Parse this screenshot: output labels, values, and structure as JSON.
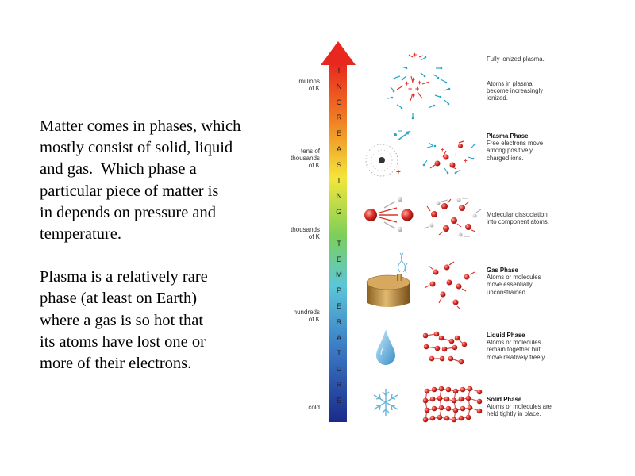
{
  "text": {
    "p1": [
      "Matter comes in phases, which",
      "mostly consist of solid, liquid",
      "and gas.  Which phase a",
      "particular piece of matter is",
      "in depends on pressure and",
      "temperature."
    ],
    "p2": [
      "Plasma is a relatively rare",
      "phase (at least on Earth)",
      "where a gas is so hot that",
      "its atoms have lost one or",
      "more of their electrons."
    ]
  },
  "temperature_labels": [
    [
      "millions",
      "of K"
    ],
    [
      "tens of",
      "thousands",
      "of K"
    ],
    [
      "thousands",
      "of K"
    ],
    [
      "hundreds",
      "of K"
    ],
    [
      "cold"
    ]
  ],
  "arrow_letters": [
    "I",
    "N",
    "C",
    "R",
    "E",
    "A",
    "S",
    "I",
    "N",
    "G",
    "",
    "T",
    "E",
    "M",
    "P",
    "E",
    "R",
    "A",
    "T",
    "U",
    "R",
    "E"
  ],
  "descriptions": [
    {
      "title": "",
      "lines": [
        "Fully ionized plasma."
      ]
    },
    {
      "title": "",
      "lines": [
        "Atoms in plasma",
        "become increasingly",
        "ionized."
      ]
    },
    {
      "title": "Plasma Phase",
      "lines": [
        "Free electrons move",
        "among positively",
        "charged ions."
      ]
    },
    {
      "title": "",
      "lines": [
        "Molecular dissociation",
        "into component atoms."
      ]
    },
    {
      "title": "Gas Phase",
      "lines": [
        "Atoms or molecules",
        "move essentially",
        "unconstrained."
      ]
    },
    {
      "title": "Liquid Phase",
      "lines": [
        "Atoms or molecules",
        "remain together but",
        "move relatively freely."
      ]
    },
    {
      "title": "Solid Phase",
      "lines": [
        "Atoms or molecules are",
        "held tightly in place."
      ]
    }
  ],
  "colors": {
    "arrow_top": "#e8281e",
    "arrow_mid": "#f4e63a",
    "arrow_bottom": "#1a2a8a",
    "atom": "#e0302a",
    "electron": "#2aa6c8",
    "droplet": "#5aaed8",
    "snowflake": "#6ab4d8",
    "gas_can": "#b8893a"
  }
}
